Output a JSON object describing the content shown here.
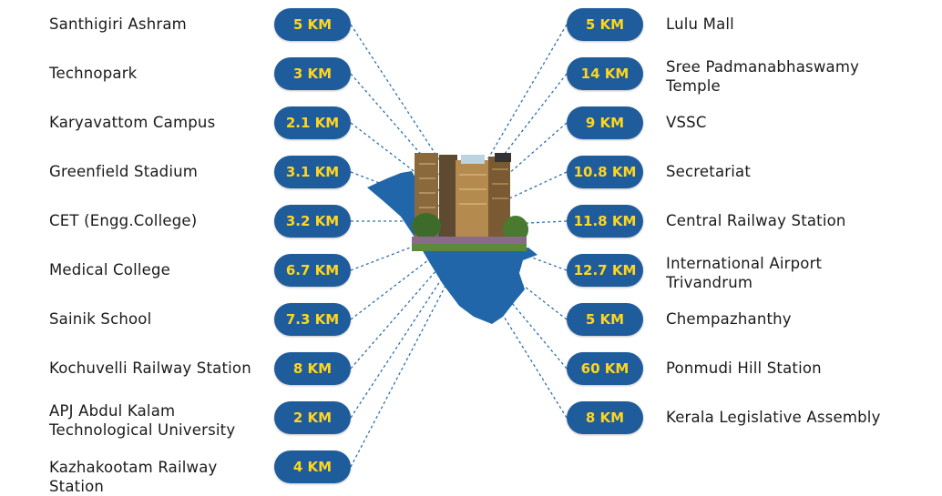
{
  "colors": {
    "pill_bg": "#1f5c9b",
    "pill_text": "#ffd61f",
    "line": "#2f6fae",
    "map": "#2166a8"
  },
  "left": [
    {
      "name": "Santhigiri Ashram",
      "distance": "5 KM"
    },
    {
      "name": "Technopark",
      "distance": "3 KM"
    },
    {
      "name": "Karyavattom Campus",
      "distance": "2.1 KM"
    },
    {
      "name": "Greenfield Stadium",
      "distance": "3.1 KM"
    },
    {
      "name": "CET (Engg.College)",
      "distance": "3.2 KM"
    },
    {
      "name": "Medical College",
      "distance": "6.7 KM"
    },
    {
      "name": "Sainik School",
      "distance": "7.3 KM"
    },
    {
      "name": "Kochuvelli Railway Station",
      "distance": "8 KM"
    },
    {
      "name": "APJ Abdul Kalam\nTechnological University",
      "distance": "2 KM"
    },
    {
      "name": "Kazhakootam Railway\nStation",
      "distance": "4 KM"
    }
  ],
  "right": [
    {
      "name": "Lulu Mall",
      "distance": "5 KM"
    },
    {
      "name": "Sree Padmanabhaswamy\nTemple",
      "distance": "14 KM"
    },
    {
      "name": "VSSC",
      "distance": "9 KM"
    },
    {
      "name": "Secretariat",
      "distance": "10.8 KM"
    },
    {
      "name": "Central Railway Station",
      "distance": "11.8 KM"
    },
    {
      "name": "International Airport\nTrivandrum",
      "distance": "12.7 KM"
    },
    {
      "name": "Chempazhanthy",
      "distance": "5 KM"
    },
    {
      "name": "Ponmudi Hill Station",
      "distance": "60 KM"
    },
    {
      "name": "Kerala Legislative Assembly",
      "distance": "8 KM"
    }
  ]
}
